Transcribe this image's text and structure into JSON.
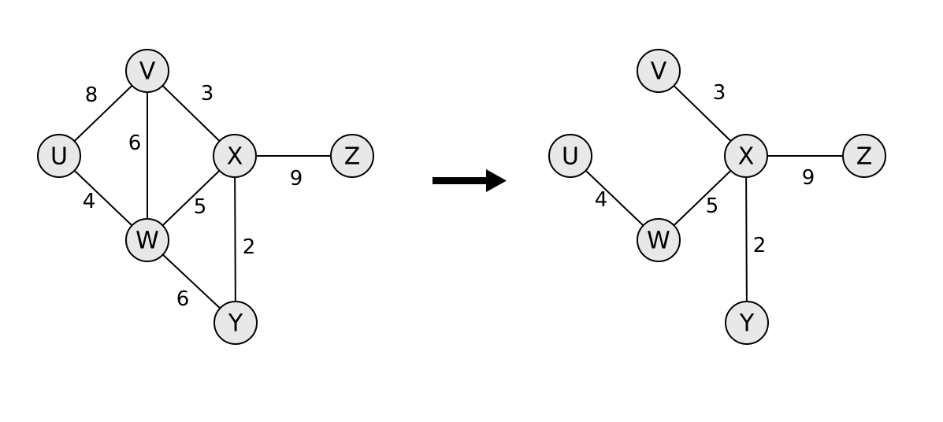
{
  "colors": {
    "node_fill": "#e8e8e8",
    "stroke": "#000000",
    "background": "#ffffff"
  },
  "original_graph": {
    "nodes": [
      {
        "id": "V",
        "label": "V"
      },
      {
        "id": "U",
        "label": "U"
      },
      {
        "id": "X",
        "label": "X"
      },
      {
        "id": "Z",
        "label": "Z"
      },
      {
        "id": "W",
        "label": "W"
      },
      {
        "id": "Y",
        "label": "Y"
      }
    ],
    "edges": [
      {
        "from": "U",
        "to": "V",
        "weight": "8"
      },
      {
        "from": "V",
        "to": "X",
        "weight": "3"
      },
      {
        "from": "V",
        "to": "W",
        "weight": "6"
      },
      {
        "from": "X",
        "to": "Z",
        "weight": "9"
      },
      {
        "from": "U",
        "to": "W",
        "weight": "4"
      },
      {
        "from": "W",
        "to": "X",
        "weight": "5"
      },
      {
        "from": "X",
        "to": "Y",
        "weight": "2"
      },
      {
        "from": "W",
        "to": "Y",
        "weight": "6"
      }
    ]
  },
  "arrow": {
    "icon": "right-arrow-icon"
  },
  "result_graph": {
    "nodes": [
      {
        "id": "V",
        "label": "V"
      },
      {
        "id": "U",
        "label": "U"
      },
      {
        "id": "X",
        "label": "X"
      },
      {
        "id": "Z",
        "label": "Z"
      },
      {
        "id": "W",
        "label": "W"
      },
      {
        "id": "Y",
        "label": "Y"
      }
    ],
    "edges": [
      {
        "from": "V",
        "to": "X",
        "weight": "3"
      },
      {
        "from": "X",
        "to": "Z",
        "weight": "9"
      },
      {
        "from": "U",
        "to": "W",
        "weight": "4"
      },
      {
        "from": "W",
        "to": "X",
        "weight": "5"
      },
      {
        "from": "X",
        "to": "Y",
        "weight": "2"
      }
    ]
  }
}
